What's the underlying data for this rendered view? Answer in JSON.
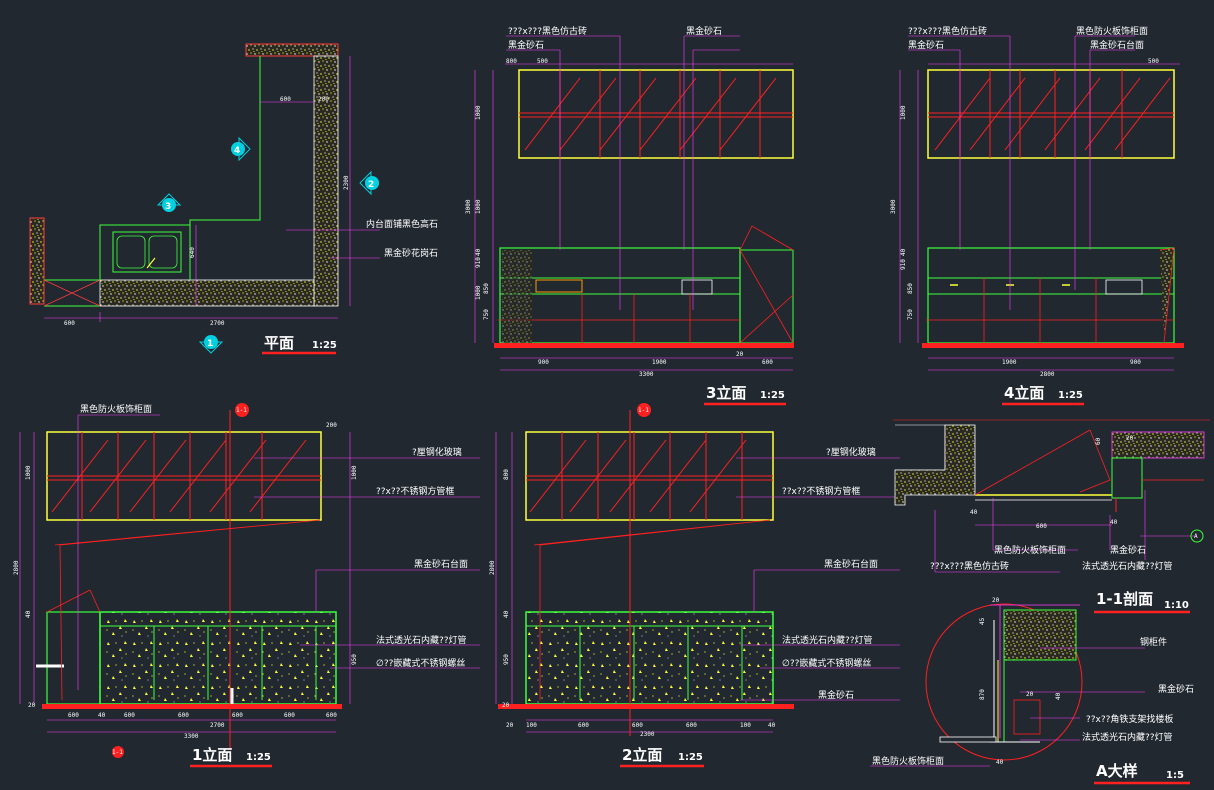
{
  "titles": {
    "plan": "平面",
    "plan_scale": "1:25",
    "e3": "3立面",
    "e3_scale": "1:25",
    "e4": "4立面",
    "e4_scale": "1:25",
    "e1": "1立面",
    "e1_scale": "1:25",
    "e2": "2立面",
    "e2_scale": "1:25",
    "s11": "1-1剖面",
    "s11_scale": "1:10",
    "da": "A大样",
    "da_scale": "1:5"
  },
  "markers": {
    "m1": "1",
    "m2": "2",
    "m3": "3",
    "m4": "4",
    "mA": "A",
    "cut": "1-1"
  },
  "plan": {
    "n1": "内台面铺黑色高石",
    "n2": "黑金砂花岗石",
    "d600": "600",
    "d2700": "2700",
    "d2300": "2300",
    "d200": "200",
    "d640": "640",
    "d600b": "600"
  },
  "e3": {
    "n1": "???x???黑色仿古砖",
    "n2": "黑金砂石",
    "n3": "黑金砂石",
    "d900": "900",
    "d1900": "1900",
    "d600": "600",
    "d3300": "3300",
    "d20": "20",
    "d800": "800",
    "d500": "500",
    "v1000": "1000",
    "v3000": "3000",
    "v1000b": "1000",
    "v910": "910",
    "v40": "40",
    "v850": "850",
    "v1000c": "1000",
    "v750": "750"
  },
  "e4": {
    "n1": "???x???黑色仿古砖",
    "n2": "黑色防火板饰柜面",
    "n3": "黑金砂石",
    "n4": "黑金砂石台面",
    "d1900": "1900",
    "d900": "900",
    "d2800": "2800",
    "d500": "500",
    "v1000": "1000",
    "v3000": "3000",
    "v910": "910",
    "v40": "40",
    "v850": "850",
    "v750": "750"
  },
  "e1": {
    "n1": "黑色防火板饰柜面",
    "n2": "?厘钢化玻璃",
    "n3": "??x??不锈钢方管框",
    "n4": "黑金砂石台面",
    "n5": "法式透光石内藏??灯管",
    "n6": "∅??嵌藏式不锈钢螺丝",
    "d600a": "600",
    "d40": "40",
    "d600b": "600",
    "d600c": "600",
    "d600d": "600",
    "d600e": "600",
    "d600f": "600",
    "d2700": "2700",
    "d3300": "3300",
    "d200": "200",
    "v1000": "1000",
    "v2800": "2800",
    "v40": "40",
    "v950": "950",
    "v1000b": "1000",
    "v20": "20"
  },
  "e2": {
    "n1": "?厘钢化玻璃",
    "n2": "??x??不锈钢方管框",
    "n3": "黑金砂石台面",
    "n4": "法式透光石内藏??灯管",
    "n5": "∅??嵌藏式不锈钢螺丝",
    "n6": "黑金砂石",
    "d100": "100",
    "d600a": "600",
    "d600b": "600",
    "d600c": "600",
    "d2300": "2300",
    "d100b": "100",
    "d20": "20",
    "d40": "40",
    "v800": "800",
    "v2800": "2800",
    "v40": "40",
    "v950": "950",
    "v20": "20"
  },
  "s11": {
    "n1": "黑色防火板饰柜面",
    "n2": "???x???黑色仿古砖",
    "n3": "黑金砂石",
    "n4": "法式透光石内藏??灯管",
    "d600": "600",
    "d40": "40",
    "d20": "20",
    "d60": "60",
    "d40b": "40"
  },
  "da": {
    "n1": "钢柜件",
    "n2": "黑金砂石",
    "n3": "??x??角铁支架找楼板",
    "n4": "法式透光石内藏??灯管",
    "n5": "黑色防火板饰柜面",
    "d40": "40",
    "d20": "20",
    "d45": "45",
    "d870": "870",
    "d40b": "40",
    "d20b": "20"
  }
}
